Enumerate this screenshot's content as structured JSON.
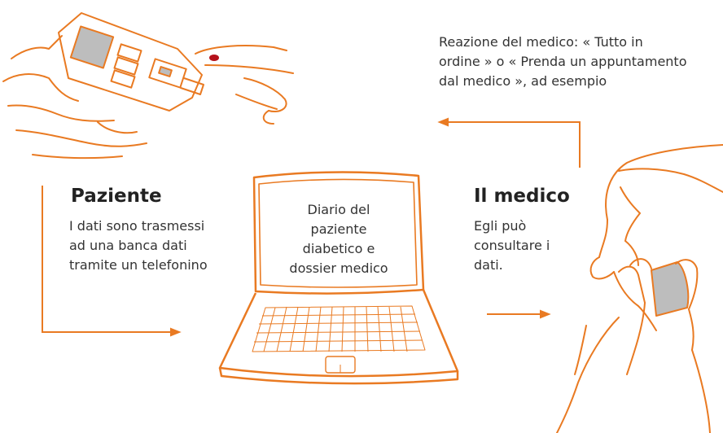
{
  "colors": {
    "accent": "#e97a22",
    "text": "#333333",
    "skin_outline": "#e97a22",
    "blood_drop": "#b5121b",
    "device_gray": "#bdbdbd"
  },
  "icons": [
    "hands-glucometer-icon",
    "laptop-icon",
    "doctor-phone-icon",
    "arrow-right-icon",
    "arrow-left-icon"
  ],
  "doctor_reaction": {
    "lines": [
      "Reazione del medico: « Tutto in",
      "ordine » o « Prenda un appuntamento",
      "dal medico », ad esempio"
    ]
  },
  "patient": {
    "title": "Paziente",
    "lines": [
      "I dati sono trasmessi",
      "ad una banca dati",
      "tramite un telefonino"
    ]
  },
  "laptop": {
    "screen_lines": [
      "Diario del",
      "paziente",
      "diabetico e",
      "dossier medico"
    ]
  },
  "doctor": {
    "title": "Il medico",
    "lines": [
      "Egli può",
      "consultare i",
      "dati."
    ]
  }
}
